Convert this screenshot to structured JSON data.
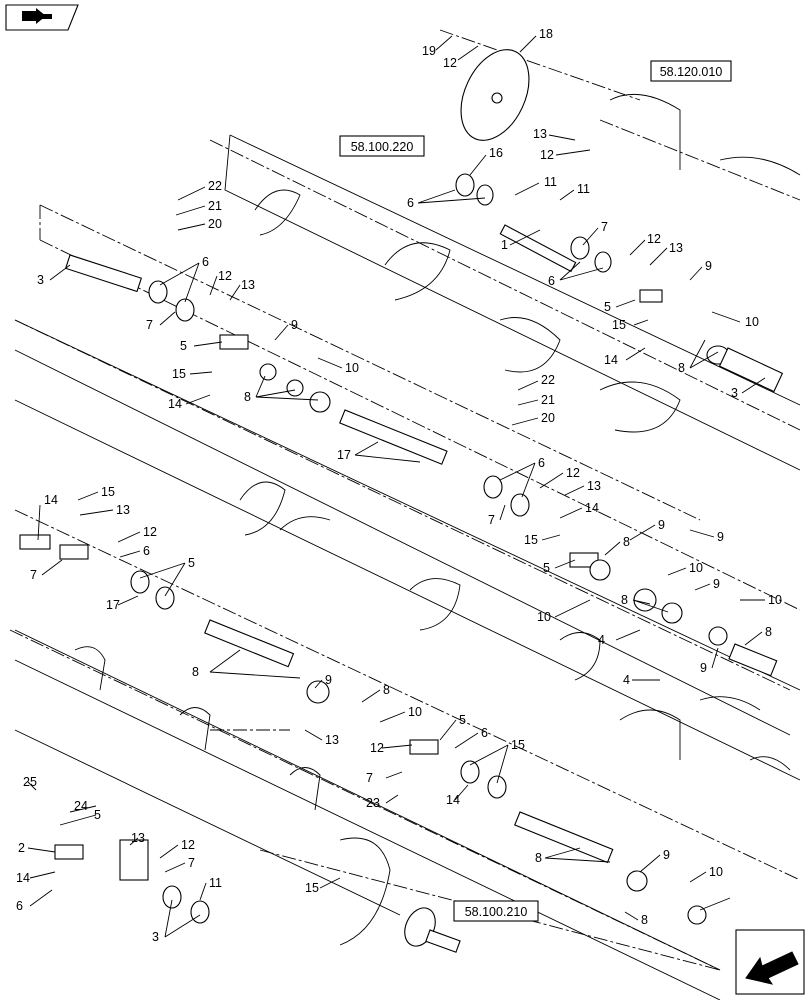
{
  "references": [
    "58.120.010",
    "58.100.220",
    "58.100.210"
  ],
  "callouts": [
    {
      "id": "c19",
      "text": "19"
    },
    {
      "id": "c12a",
      "text": "12"
    },
    {
      "id": "c18",
      "text": "18"
    },
    {
      "id": "c13a",
      "text": "13"
    },
    {
      "id": "c12b",
      "text": "12"
    },
    {
      "id": "c16",
      "text": "16"
    },
    {
      "id": "c11a",
      "text": "11"
    },
    {
      "id": "c11b",
      "text": "11"
    },
    {
      "id": "c6a",
      "text": "6"
    },
    {
      "id": "c1",
      "text": "1"
    },
    {
      "id": "c7a",
      "text": "7"
    },
    {
      "id": "c12c",
      "text": "12"
    },
    {
      "id": "c13b",
      "text": "13"
    },
    {
      "id": "c9a",
      "text": "9"
    },
    {
      "id": "c6b",
      "text": "6"
    },
    {
      "id": "c5a",
      "text": "5"
    },
    {
      "id": "c10a",
      "text": "10"
    },
    {
      "id": "c15a",
      "text": "15"
    },
    {
      "id": "c14a",
      "text": "14"
    },
    {
      "id": "c8a",
      "text": "8"
    },
    {
      "id": "c3a",
      "text": "3"
    },
    {
      "id": "c22a",
      "text": "22"
    },
    {
      "id": "c21a",
      "text": "21"
    },
    {
      "id": "c20a",
      "text": "20"
    },
    {
      "id": "c3b",
      "text": "3"
    },
    {
      "id": "c6c",
      "text": "6"
    },
    {
      "id": "c12d",
      "text": "12"
    },
    {
      "id": "c13c",
      "text": "13"
    },
    {
      "id": "c7b",
      "text": "7"
    },
    {
      "id": "c9b",
      "text": "9"
    },
    {
      "id": "c5b",
      "text": "5"
    },
    {
      "id": "c10b",
      "text": "10"
    },
    {
      "id": "c15b",
      "text": "15"
    },
    {
      "id": "c8b",
      "text": "8"
    },
    {
      "id": "c14b",
      "text": "14"
    },
    {
      "id": "c22b",
      "text": "22"
    },
    {
      "id": "c21b",
      "text": "21"
    },
    {
      "id": "c20b",
      "text": "20"
    },
    {
      "id": "c17a",
      "text": "17"
    },
    {
      "id": "c6d",
      "text": "6"
    },
    {
      "id": "c12e",
      "text": "12"
    },
    {
      "id": "c13d",
      "text": "13"
    },
    {
      "id": "c7c",
      "text": "7"
    },
    {
      "id": "c14c",
      "text": "14"
    },
    {
      "id": "c15c",
      "text": "15"
    },
    {
      "id": "c9c",
      "text": "9"
    },
    {
      "id": "c8c",
      "text": "8"
    },
    {
      "id": "c5c",
      "text": "5"
    },
    {
      "id": "c9d",
      "text": "9"
    },
    {
      "id": "c10c",
      "text": "10"
    },
    {
      "id": "c9e",
      "text": "9"
    },
    {
      "id": "c8d",
      "text": "8"
    },
    {
      "id": "c10d",
      "text": "10"
    },
    {
      "id": "c10e",
      "text": "10"
    },
    {
      "id": "c4a",
      "text": "4"
    },
    {
      "id": "c8e",
      "text": "8"
    },
    {
      "id": "c9f",
      "text": "9"
    },
    {
      "id": "c4b",
      "text": "4"
    },
    {
      "id": "c14d",
      "text": "14"
    },
    {
      "id": "c15d",
      "text": "15"
    },
    {
      "id": "c13e",
      "text": "13"
    },
    {
      "id": "c12f",
      "text": "12"
    },
    {
      "id": "c6e",
      "text": "6"
    },
    {
      "id": "c5d",
      "text": "5"
    },
    {
      "id": "c7d",
      "text": "7"
    },
    {
      "id": "c17b",
      "text": "17"
    },
    {
      "id": "c8f",
      "text": "8"
    },
    {
      "id": "c9g",
      "text": "9"
    },
    {
      "id": "c8g",
      "text": "8"
    },
    {
      "id": "c10f",
      "text": "10"
    },
    {
      "id": "c13f",
      "text": "13"
    },
    {
      "id": "c5e",
      "text": "5"
    },
    {
      "id": "c12g",
      "text": "12"
    },
    {
      "id": "c6f",
      "text": "6"
    },
    {
      "id": "c15e",
      "text": "15"
    },
    {
      "id": "c7e",
      "text": "7"
    },
    {
      "id": "c14e",
      "text": "14"
    },
    {
      "id": "c23",
      "text": "23"
    },
    {
      "id": "c25",
      "text": "25"
    },
    {
      "id": "c24",
      "text": "24"
    },
    {
      "id": "c5f",
      "text": "5"
    },
    {
      "id": "c2",
      "text": "2"
    },
    {
      "id": "c13g",
      "text": "13"
    },
    {
      "id": "c12h",
      "text": "12"
    },
    {
      "id": "c7f",
      "text": "7"
    },
    {
      "id": "c11c",
      "text": "11"
    },
    {
      "id": "c15f",
      "text": "15"
    },
    {
      "id": "c14f",
      "text": "14"
    },
    {
      "id": "c6g",
      "text": "6"
    },
    {
      "id": "c3c",
      "text": "3"
    },
    {
      "id": "c8h",
      "text": "8"
    },
    {
      "id": "c9h",
      "text": "9"
    },
    {
      "id": "c10g",
      "text": "10"
    },
    {
      "id": "c8i",
      "text": "8"
    }
  ],
  "icons": {
    "top_left": "assembly-arrow-icon",
    "bottom_right": "previous-page-arrow-icon"
  }
}
